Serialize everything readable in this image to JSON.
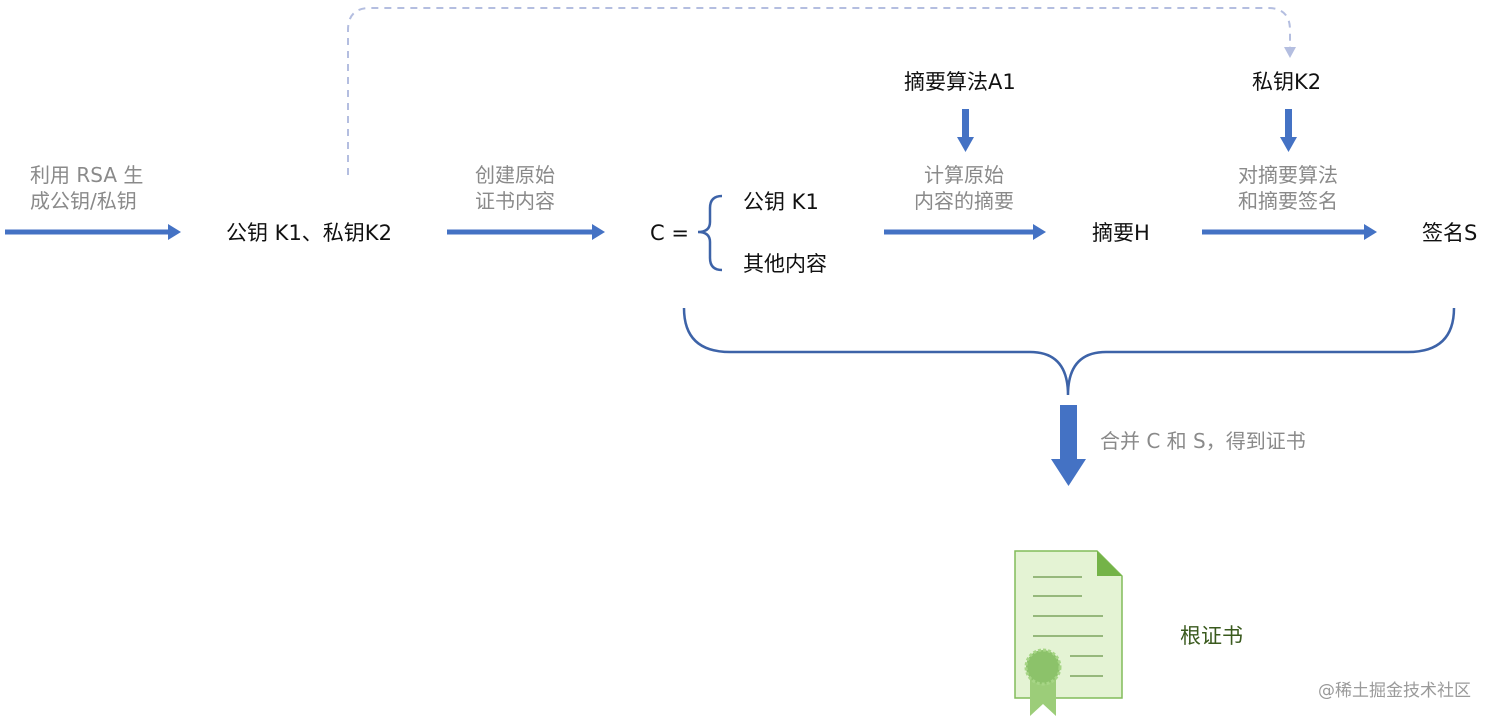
{
  "labels": {
    "gen_rsa_line1": "利用 RSA 生",
    "gen_rsa_line2": "成公钥/私钥",
    "keys": "公钥 K1、私钥K2",
    "create_line1": "创建原始",
    "create_line2": "证书内容",
    "c_equals": "C =",
    "pubkey_k1": "公钥 K1",
    "other_content": "其他内容",
    "digest_algo": "摘要算法A1",
    "compute_line1": "计算原始",
    "compute_line2": "内容的摘要",
    "digest_h": "摘要H",
    "private_k2": "私钥K2",
    "sign_line1": "对摘要算法",
    "sign_line2": "和摘要签名",
    "signature_s": "签名S",
    "merge": "合并 C 和 S，得到证书",
    "root_cert": "根证书",
    "watermark": "@稀土掘金技术社区"
  },
  "colors": {
    "arrow": "#4472c4",
    "dashed_connector": "#b4bee0",
    "brace": "#3d63a8",
    "doc_fill": "#e4f3d4",
    "doc_border": "#82bc5a",
    "doc_fold": "#74b348",
    "doc_lines": "#7ca55e",
    "seal": "#8cc26a",
    "ribbon": "#9ccd79"
  }
}
